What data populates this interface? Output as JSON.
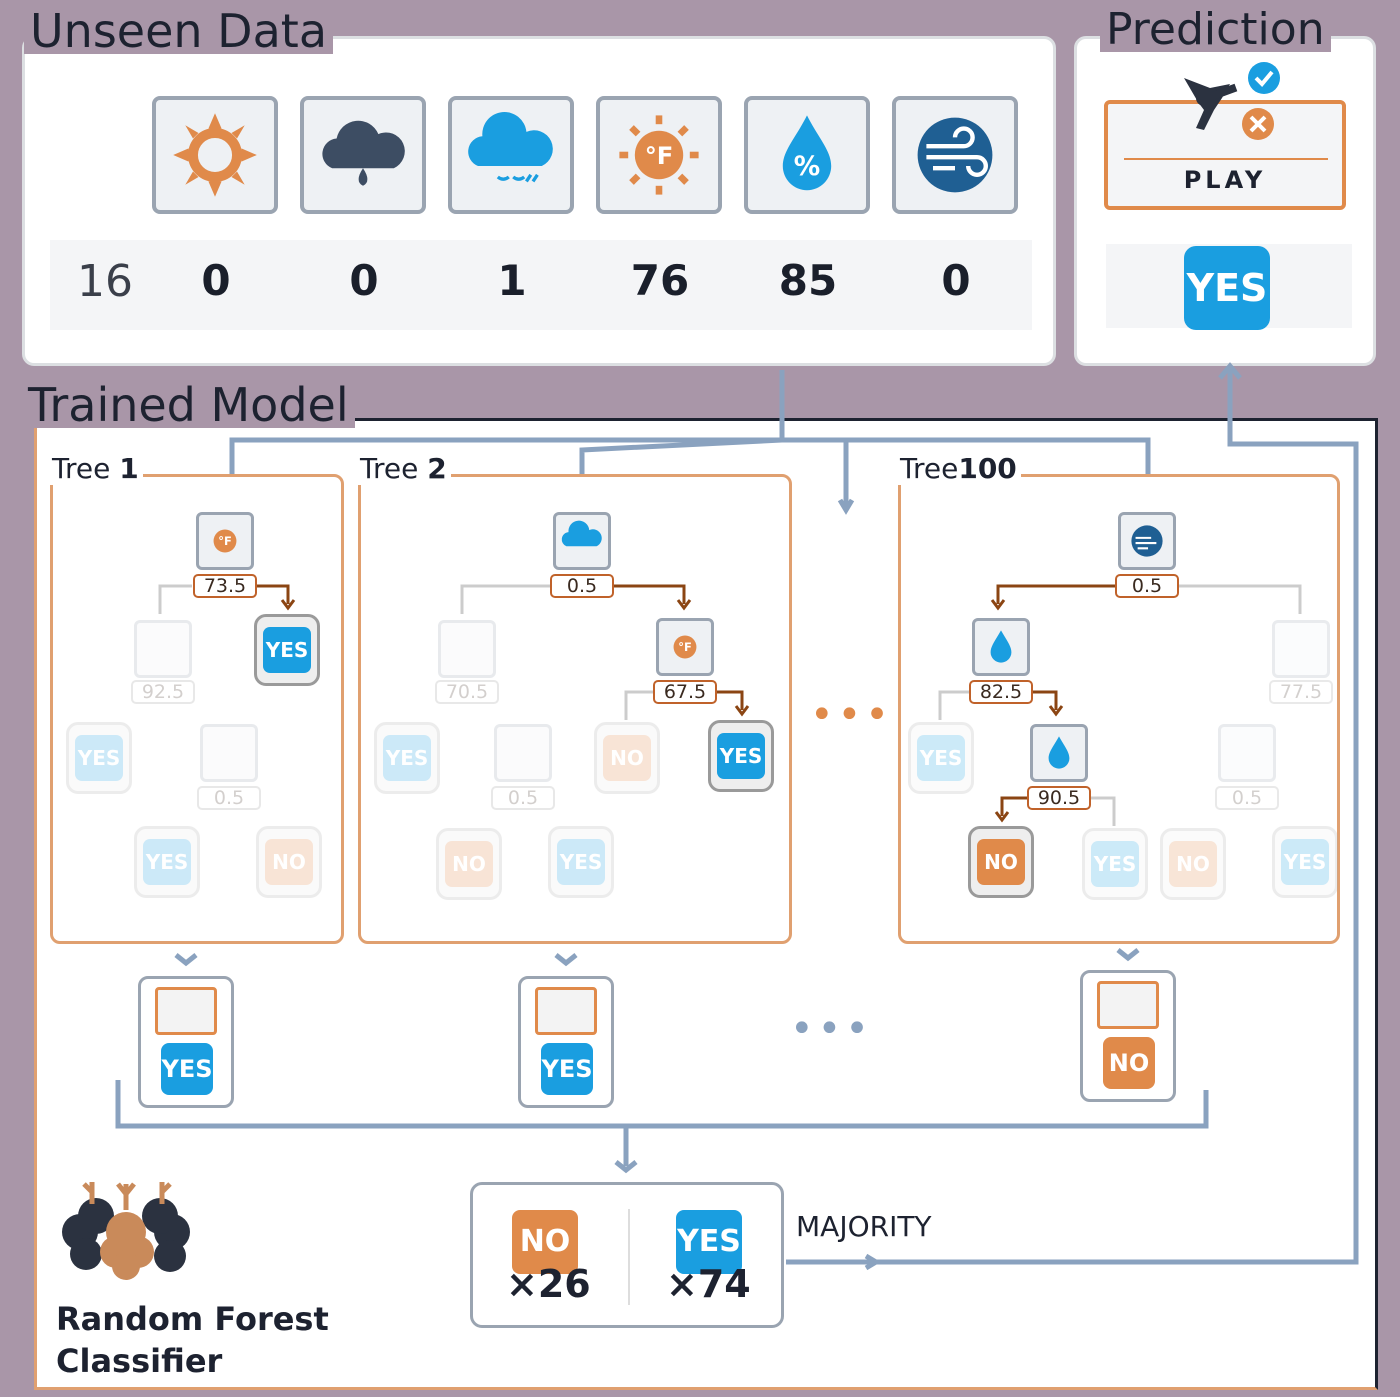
{
  "unseen": {
    "title": "Unseen Data",
    "features": [
      "sun-icon",
      "rain-cloud-icon",
      "overcast-cloud-icon",
      "temperature-icon",
      "humidity-icon",
      "wind-icon"
    ],
    "row_id": "16",
    "values": [
      "0",
      "0",
      "1",
      "76",
      "85",
      "0"
    ]
  },
  "prediction": {
    "title": "Prediction",
    "label": "PLAY",
    "result": "YES"
  },
  "model": {
    "title": "Trained Model",
    "trees": [
      {
        "label_prefix": "Tree",
        "label_num": "1",
        "root_threshold": "73.5",
        "root_yes": "YES",
        "left_threshold": "92.5",
        "left_leaf": "YES",
        "sub_threshold": "0.5",
        "sub_leaves": [
          "YES",
          "NO"
        ]
      },
      {
        "label_prefix": "Tree",
        "label_num": "2",
        "root_threshold": "0.5",
        "mid_threshold": "67.5",
        "mid_leaves": [
          "NO",
          "YES"
        ],
        "left_threshold": "70.5",
        "left_leaf": "YES",
        "sub_threshold": "0.5",
        "sub_leaves": [
          "NO",
          "YES"
        ]
      },
      {
        "label_prefix": "Tree",
        "label_num": "100",
        "root_threshold": "0.5",
        "left_threshold": "82.5",
        "left_leaf": "YES",
        "sub_threshold": "90.5",
        "sub_leaves": [
          "NO",
          "YES"
        ],
        "right_threshold": "77.5",
        "right_sub_threshold": "0.5",
        "right_leaves": [
          "NO",
          "YES"
        ]
      }
    ],
    "votes": [
      "YES",
      "YES",
      "NO"
    ],
    "tally": {
      "no_label": "NO",
      "no_count": "×26",
      "yes_label": "YES",
      "yes_count": "×74",
      "majority": "MAJORITY"
    },
    "classifier_name": "Random Forest Classifier",
    "classifier_line1": "Random Forest",
    "classifier_line2": "Classifier"
  },
  "colors": {
    "yes": "#1a9ee0",
    "no": "#e08a4a",
    "background": "#a996a8",
    "connector": "#8aa2bf",
    "path": "#8b4513"
  }
}
